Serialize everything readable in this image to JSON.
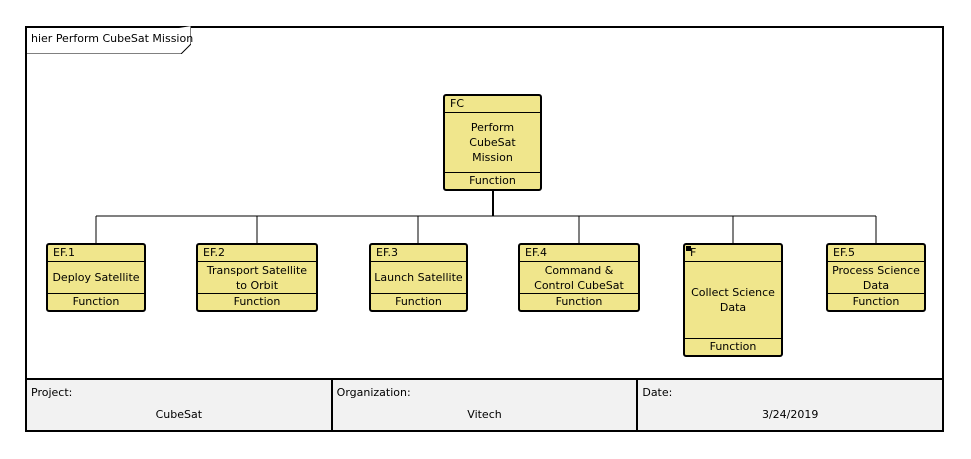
{
  "frame": {
    "title": "hier Perform CubeSat Mission"
  },
  "root": {
    "id": "FC",
    "name": "Perform CubeSat Mission",
    "type": "Function"
  },
  "children": [
    {
      "id": "EF.1",
      "name": "Deploy Satellite",
      "type": "Function"
    },
    {
      "id": "EF.2",
      "name": "Transport Satellite to Orbit",
      "type": "Function"
    },
    {
      "id": "EF.3",
      "name": "Launch Satellite",
      "type": "Function"
    },
    {
      "id": "EF.4",
      "name": "Command & Control CubeSat",
      "type": "Function"
    },
    {
      "id": "F",
      "name": "Collect Science Data",
      "type": "Function",
      "decomposed": true
    },
    {
      "id": "EF.5",
      "name": "Process Science Data",
      "type": "Function"
    }
  ],
  "footer": {
    "project_label": "Project:",
    "project_value": "CubeSat",
    "organization_label": "Organization:",
    "organization_value": "Vitech",
    "date_label": "Date:",
    "date_value": "3/24/2019"
  },
  "colors": {
    "node_fill": "#f0e68c",
    "footer_fill": "#f2f2f2",
    "line": "#000000"
  }
}
